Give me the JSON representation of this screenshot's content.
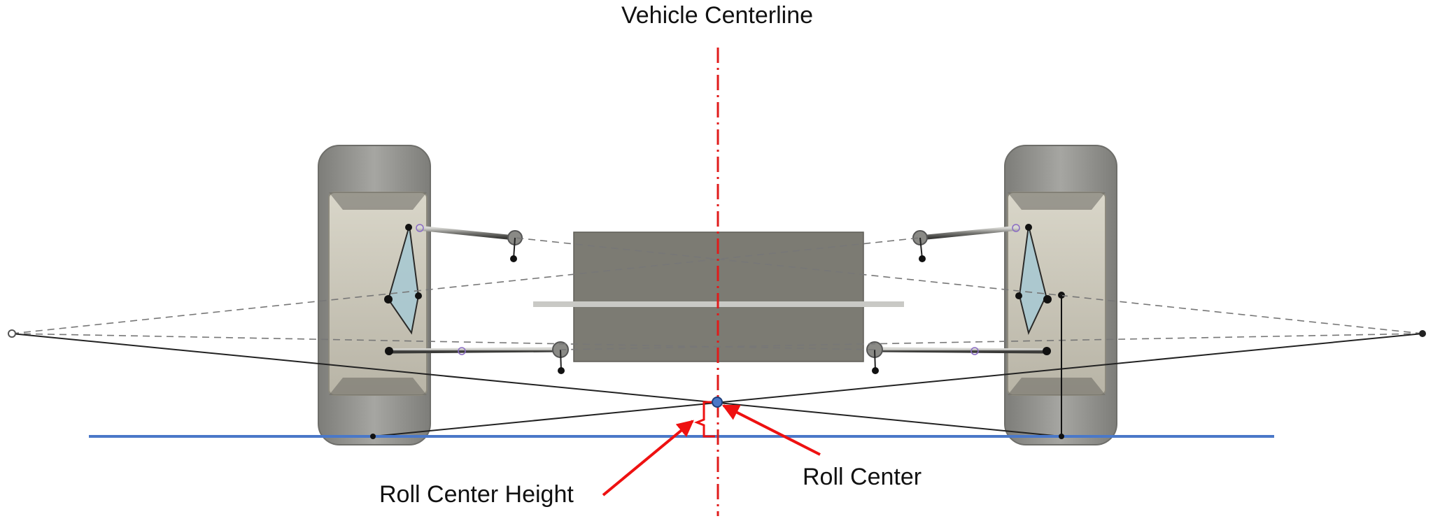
{
  "labels": {
    "centerline": "Vehicle Centerline",
    "roll_center": "Roll Center",
    "roll_center_height": "Roll Center Height"
  },
  "colors": {
    "centerline": "#e01b1b",
    "ground_line": "#4a78c8",
    "arrow": "#ee1111",
    "roll_center_point": "#4a78c8",
    "tire": "#8c8c88",
    "chassis": "#7c7b73",
    "upright": "#a9c9d2",
    "geometry_line": "#222222"
  }
}
